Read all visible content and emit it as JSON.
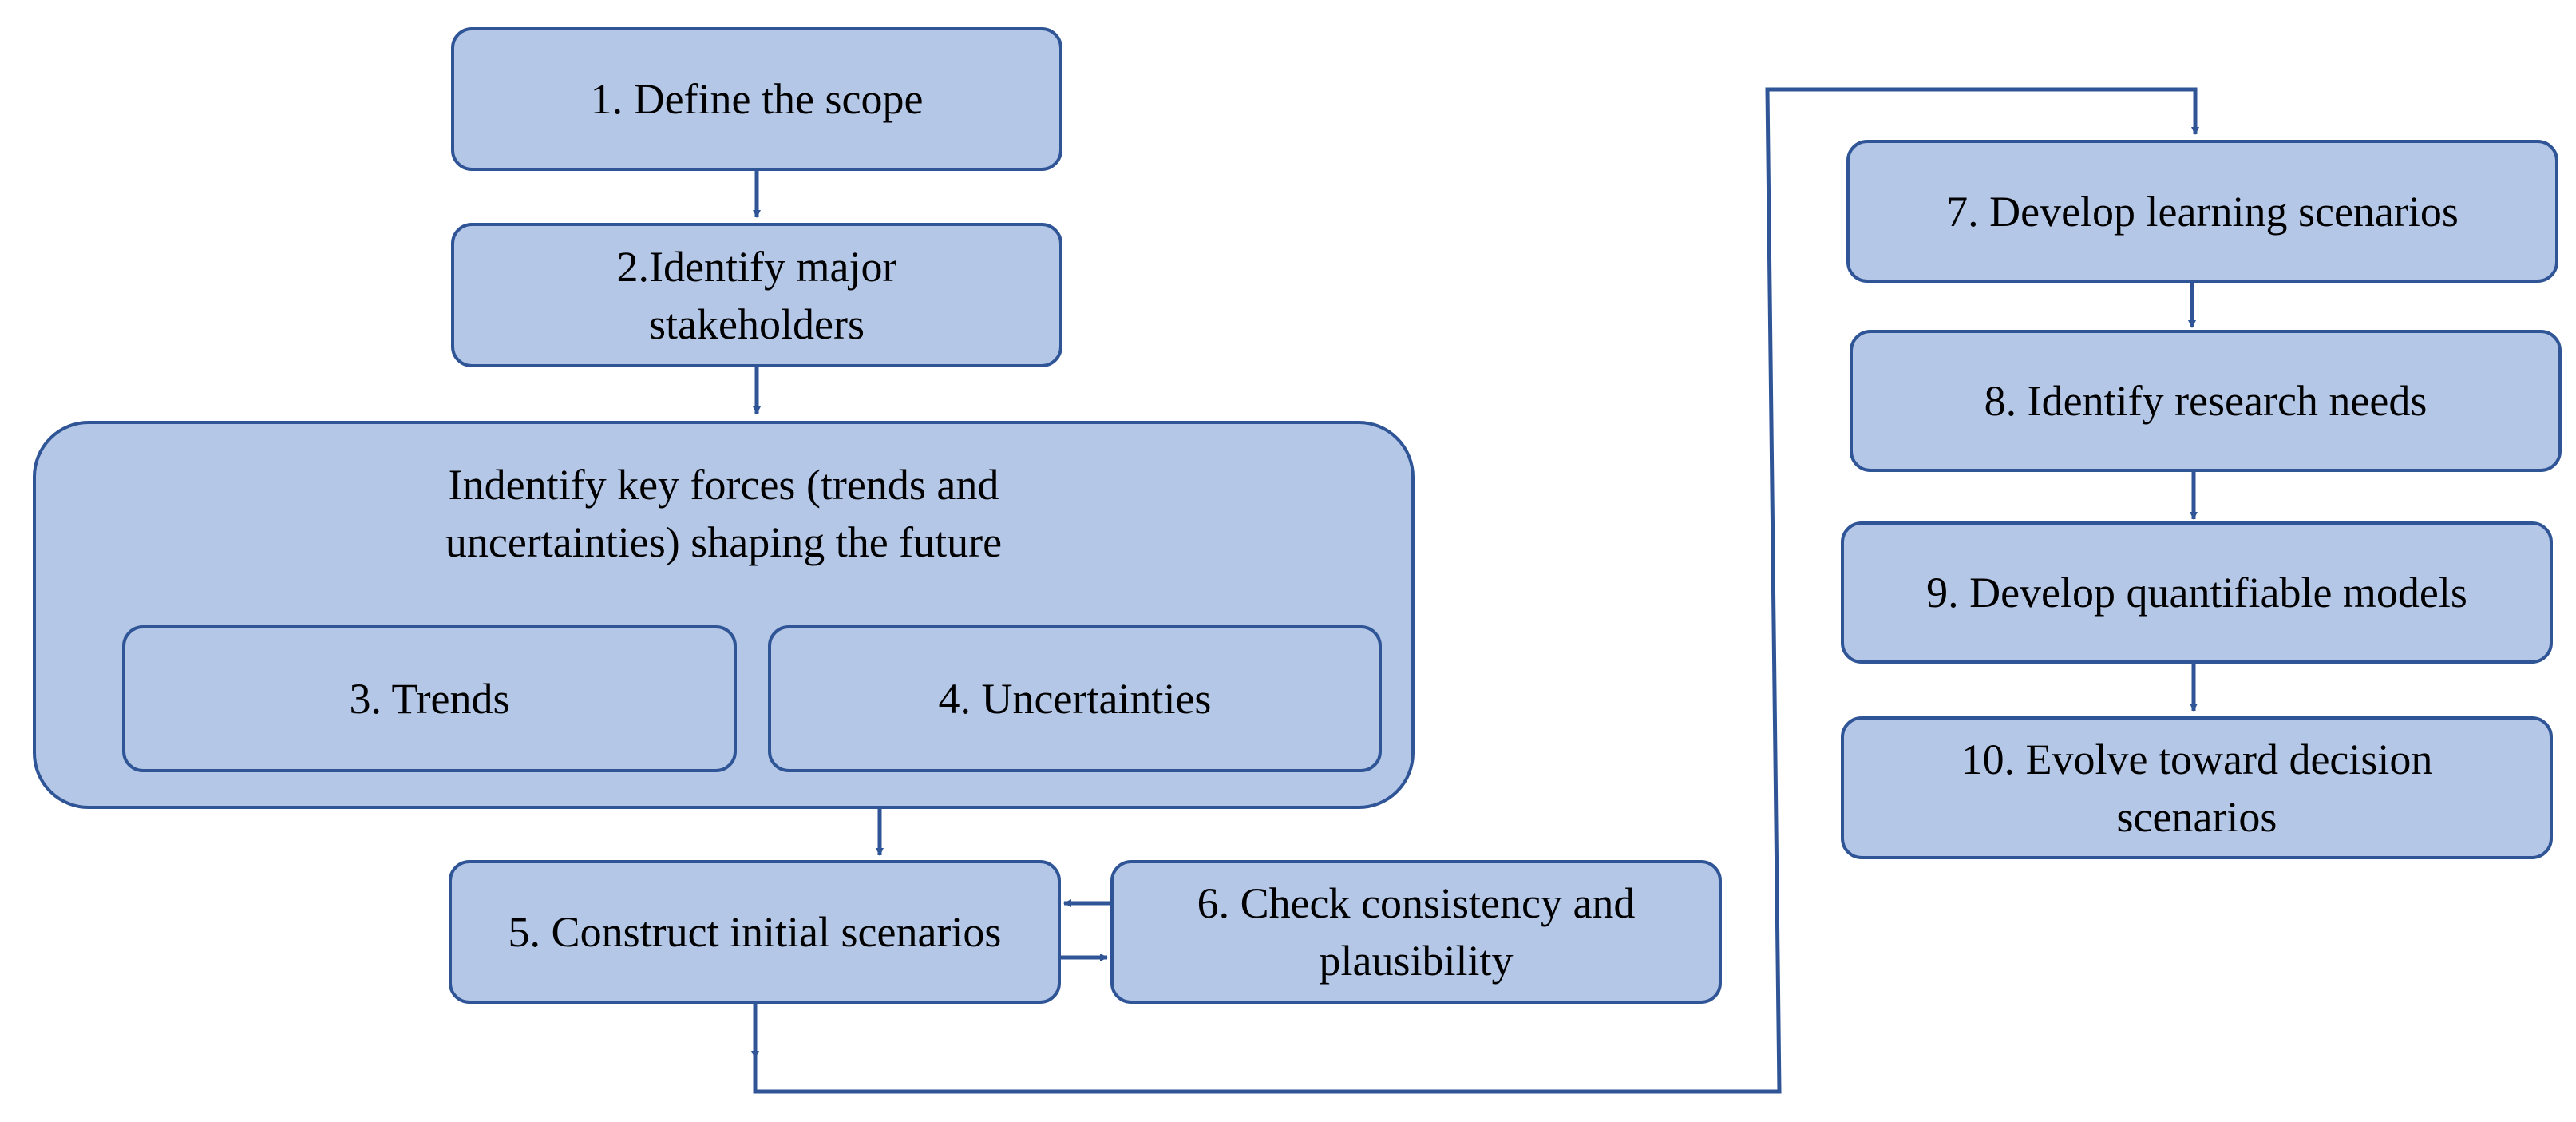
{
  "colors": {
    "box_fill": "#b4c7e7",
    "box_border": "#2f5597",
    "connector": "#2f5597"
  },
  "steps": {
    "s1": [
      "1. Define the scope"
    ],
    "s2": [
      "2.Identify major",
      "stakeholders"
    ],
    "group": [
      "Indentify key forces (trends and",
      "uncertainties) shaping the future"
    ],
    "s3": [
      "3. Trends"
    ],
    "s4": [
      "4. Uncertainties"
    ],
    "s5": [
      "5. Construct initial scenarios"
    ],
    "s6": [
      "6. Check consistency and",
      "plausibility"
    ],
    "s7": [
      "7. Develop learning scenarios"
    ],
    "s8": [
      "8. Identify research needs"
    ],
    "s9": [
      "9. Develop quantifiable models"
    ],
    "s10": [
      "10. Evolve toward decision",
      "scenarios"
    ]
  }
}
